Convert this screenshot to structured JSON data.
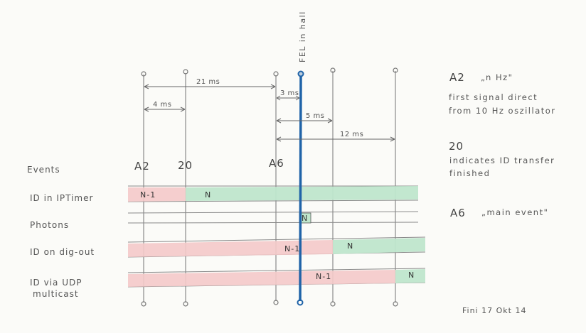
{
  "fel_label": "FEL in hall",
  "events_title": "Events",
  "row_labels": [
    "ID in IPTimer",
    "Photons",
    "ID on dig-out",
    "ID via UDP",
    "multicast"
  ],
  "event_names": [
    "A2",
    "20",
    "A6"
  ],
  "measurements": [
    "21 ms",
    "4 ms",
    "3 ms",
    "5 ms",
    "12 ms"
  ],
  "bar_texts": [
    "N-1",
    "N",
    "N",
    "N-1",
    "N",
    "N-1",
    "N"
  ],
  "notes": {
    "a2_title": "A2",
    "a2_quote": "„n Hz\"",
    "a2_line1": "first signal direct",
    "a2_line2": "from 10 Hz oszillator",
    "e20_title": "20",
    "e20_line1": "indicates ID transfer",
    "e20_line2": "finished",
    "a6_title": "A6",
    "a6_quote": "„main event\""
  },
  "signature": "Fini 17 Okt 14",
  "colors": {
    "red": "#f4c9c9",
    "green": "#bfe6cc",
    "blue": "#1f63a8",
    "line": "#777777"
  }
}
